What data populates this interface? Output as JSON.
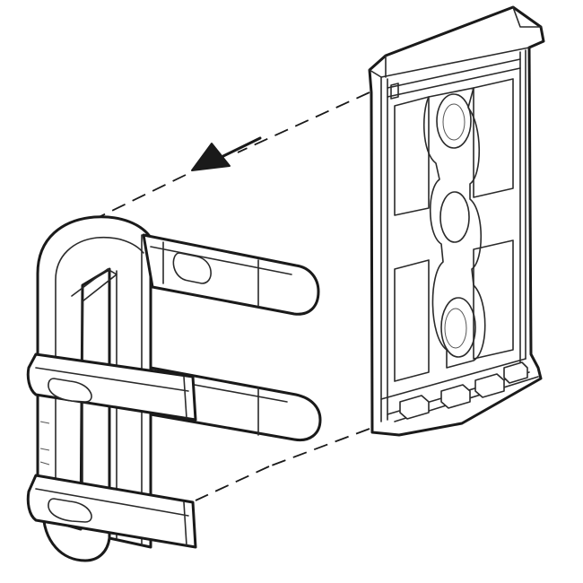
{
  "diagram": {
    "type": "exploded-assembly-line-drawing",
    "parts": [
      "plastic-clip",
      "mounting-plate"
    ],
    "direction": "plate-to-clip",
    "colors": {
      "stroke": "#1a1a1a",
      "background": "#ffffff"
    }
  }
}
